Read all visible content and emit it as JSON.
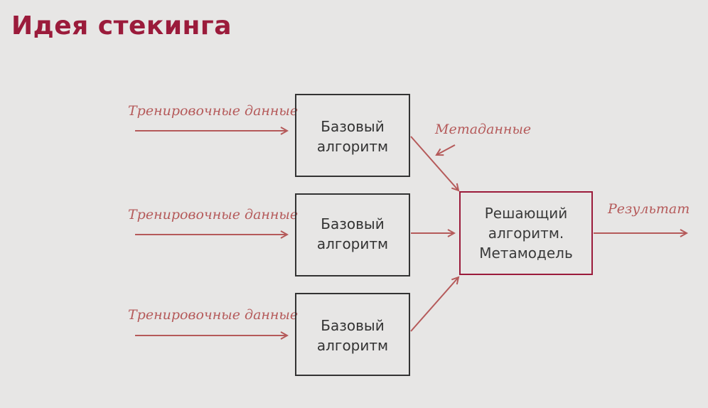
{
  "title": "Идея стекинга",
  "inputs": [
    {
      "label": "Тренировочные данные"
    },
    {
      "label": "Тренировочные данные"
    },
    {
      "label": "Тренировочные данные"
    }
  ],
  "base_models": [
    {
      "line1": "Базовый",
      "line2": "алгоритм"
    },
    {
      "line1": "Базовый",
      "line2": "алгоритм"
    },
    {
      "line1": "Базовый",
      "line2": "алгоритм"
    }
  ],
  "metadata_label": "Метаданные",
  "meta_model": {
    "line1": "Решающий",
    "line2": "алгоритм.",
    "line3": "Метамодель"
  },
  "result_label": "Результат",
  "colors": {
    "accent": "#9b1b3b",
    "arrow": "#b55a5a",
    "box_border": "#333333"
  }
}
